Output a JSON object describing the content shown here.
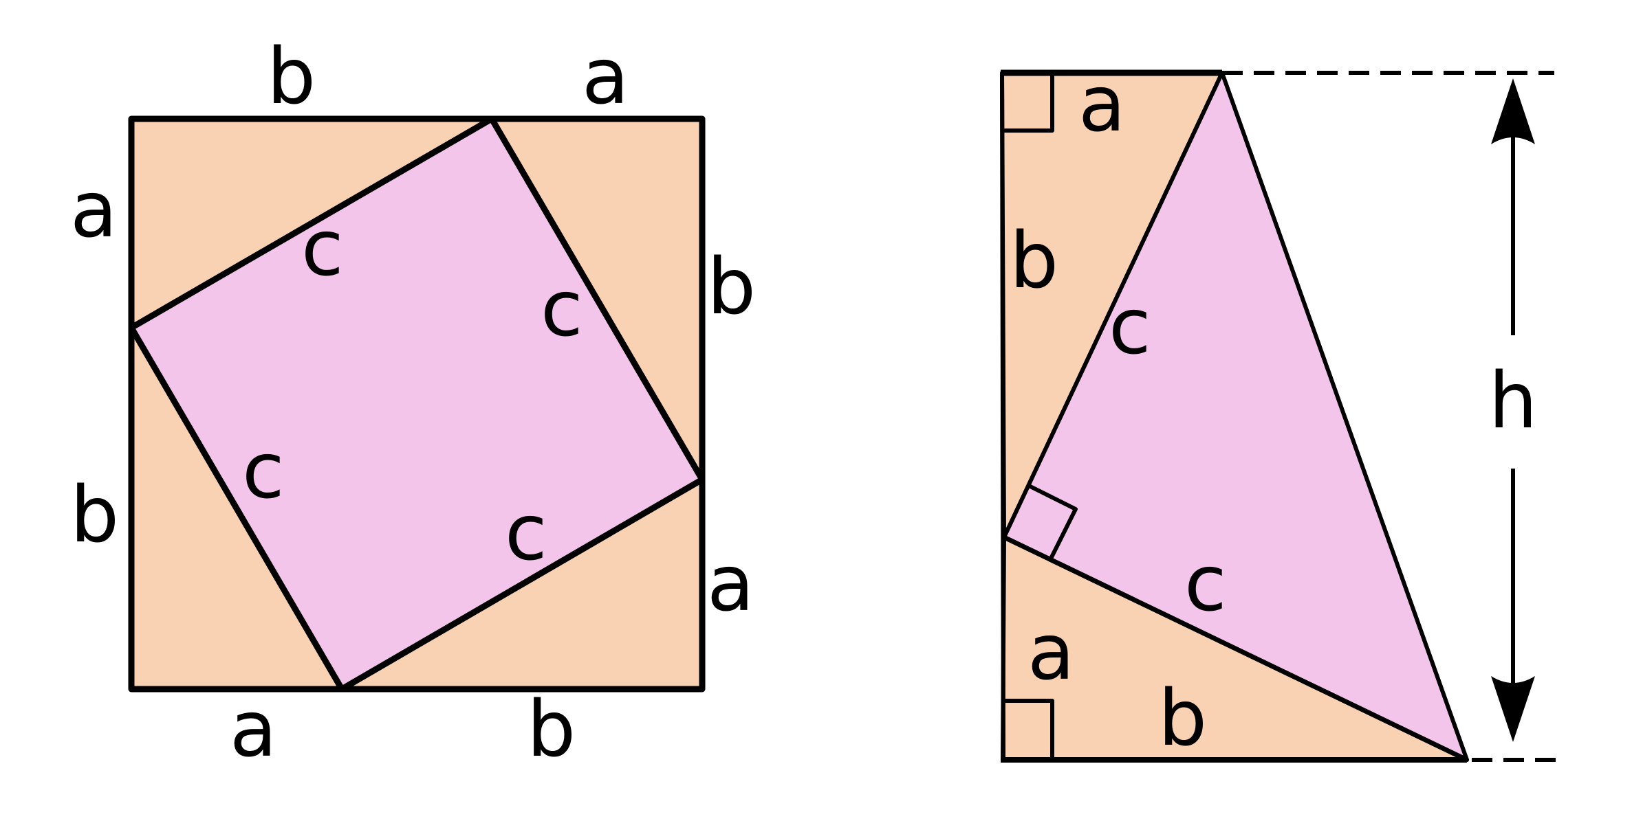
{
  "colors": {
    "triangle_fill": "#f9d2b3",
    "square_fill": "#f4c5eb",
    "stroke": "#000000"
  },
  "left_figure": {
    "top_labels": [
      "b",
      "a"
    ],
    "left_labels": [
      "a",
      "b"
    ],
    "right_labels": [
      "b",
      "a"
    ],
    "bottom_labels": [
      "a",
      "b"
    ],
    "hypotenuse_labels": [
      "c",
      "c",
      "c",
      "c"
    ]
  },
  "right_figure": {
    "top_leg_label": "a",
    "upper_vertical_label": "b",
    "upper_hypotenuse_label": "c",
    "lower_hypotenuse_label": "c",
    "lower_vertical_label": "a",
    "bottom_leg_label": "b",
    "height_label": "h"
  }
}
